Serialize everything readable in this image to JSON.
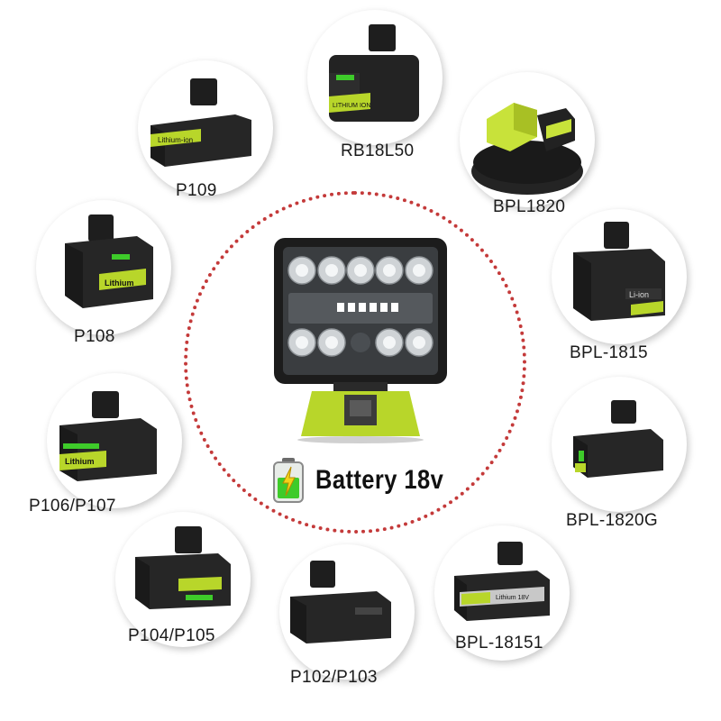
{
  "caption": {
    "text": "Battery 18v",
    "icon": "battery-charging-icon"
  },
  "accent_color": "#b8d62a",
  "ring_color": "#c43a3a",
  "batteries": [
    {
      "model": "P109"
    },
    {
      "model": "RB18L50"
    },
    {
      "model": "BPL1820"
    },
    {
      "model": "P108"
    },
    {
      "model": "BPL-1815"
    },
    {
      "model": "P106/P107"
    },
    {
      "model": "BPL-1820G"
    },
    {
      "model": "P104/P105"
    },
    {
      "model": "BPL-18151"
    },
    {
      "model": "P102/P103"
    }
  ],
  "battery_labels": {
    "p109": "Lithium-ion",
    "rb18l50": "LITHIUM ION",
    "p108": "Lithium",
    "bpl1815": "Li-ion",
    "p106": "Lithium",
    "bpl18151": "Lithium 18V"
  }
}
